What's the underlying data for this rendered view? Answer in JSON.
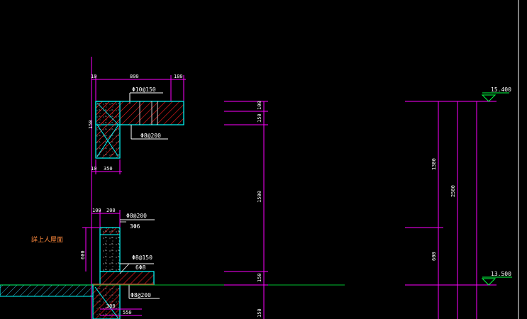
{
  "drawing": {
    "top_detail": {
      "dim_left": "10",
      "dim_width": "800",
      "dim_right": "180",
      "rebar_top": "Φ10@150",
      "rebar_side": "Φ8@200",
      "dim_height": "150",
      "dim_bottom_left": "10",
      "dim_bottom": "350"
    },
    "lower_detail": {
      "dim_a": "100",
      "dim_b": "200",
      "rebar_1": "Φ8@200",
      "rebar_2": "3Φ6",
      "rebar_3": "Φ8@150",
      "rebar_4": "6Φ8",
      "rebar_5": "Φ8@200",
      "dim_height": "600",
      "dim_foot": "300",
      "dim_slab": "550",
      "label": "詳上人屋面"
    },
    "middle_dims": {
      "d1": "100",
      "d2": "150",
      "d3": "1500",
      "d4": "150",
      "d5": "150"
    },
    "right_dims": {
      "d_top": "1300",
      "d_total": "2500",
      "d_bottom": "600",
      "level_top": "15.400",
      "level_bottom": "13.500"
    },
    "colors": {
      "dimension": "#ff00ff",
      "outline": "#00ffff",
      "hatch": "#ff2020",
      "white": "#ffffff",
      "green": "#00ff40",
      "orange": "#ff8a3d"
    }
  }
}
